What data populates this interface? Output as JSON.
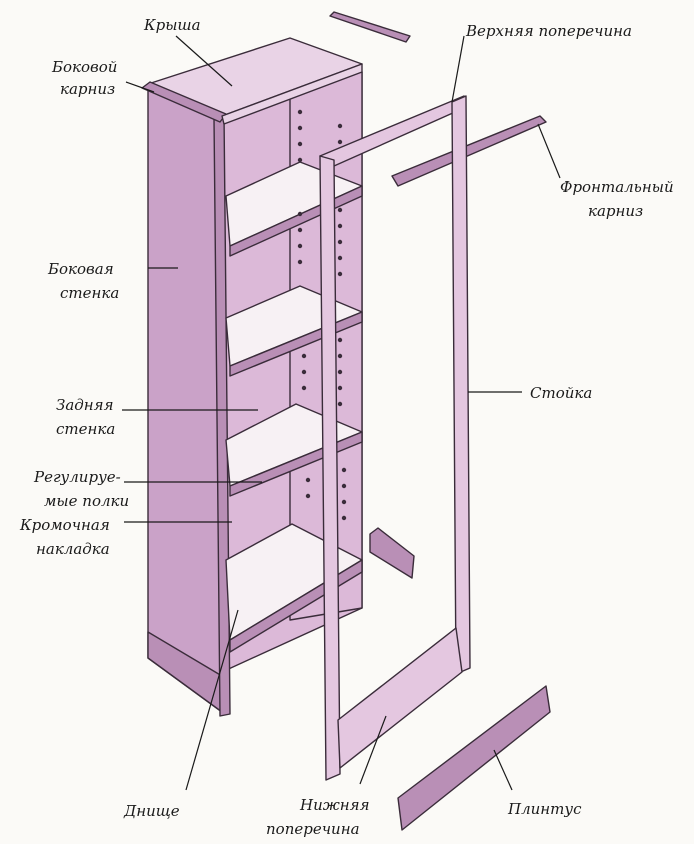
{
  "labels": {
    "roof": "Крыша",
    "side_cornice_1": "Боковой",
    "side_cornice_2": "карниз",
    "top_crossbar": "Верхняя поперечина",
    "front_cornice_1": "Фронтальный",
    "front_cornice_2": "карниз",
    "side_wall_1": "Боковая",
    "side_wall_2": "стенка",
    "back_wall_1": "Задняя",
    "back_wall_2": "стенка",
    "adjustable_shelves_1": "Регулируе-",
    "adjustable_shelves_2": "мые полки",
    "edge_trim_1": "Кромочная",
    "edge_trim_2": "накладка",
    "post": "Стойка",
    "bottom": "Днище",
    "bottom_crossbar_1": "Нижняя",
    "bottom_crossbar_2": "поперечина",
    "plinth": "Плинтус"
  },
  "colors": {
    "side": "#caa2c8",
    "top": "#e9d3e6",
    "back": "#dcb9d8",
    "shelf": "#f7f1f4",
    "frame": "#e4c7e0",
    "outline": "#3a2c3a"
  }
}
